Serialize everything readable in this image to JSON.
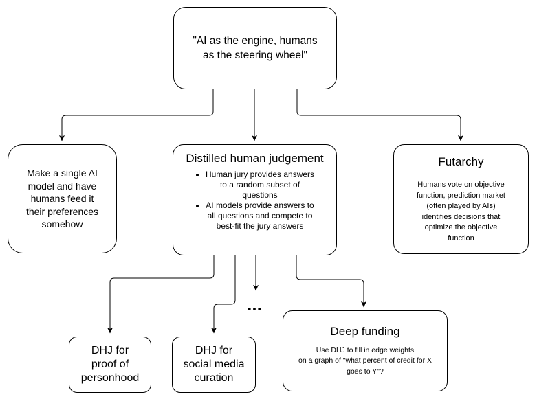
{
  "diagram": {
    "root": {
      "label": "\"AI as the engine, humans\nas the steering wheel\""
    },
    "single_model": {
      "label": "Make a single AI\nmodel and have\nhumans feed it\ntheir preferences\nsomehow"
    },
    "dhj": {
      "title": "Distilled human judgement",
      "bullets": [
        "Human jury provides answers\nto a random subset of\nquestions",
        "AI models provide answers to\nall questions and compete to\nbest-fit the jury answers"
      ]
    },
    "futarchy": {
      "title": "Futarchy",
      "body": "Humans vote on objective\nfunction, prediction market\n(often played by AIs)\nidentifies decisions that\noptimize the objective\nfunction"
    },
    "dhj_proof": {
      "label": "DHJ for\nproof of\npersonhood"
    },
    "dhj_social": {
      "label": "DHJ for\nsocial media\ncuration"
    },
    "ellipsis_label": "...",
    "deep_funding": {
      "title": "Deep funding",
      "body": "Use DHJ to fill in edge weights\non a graph of \"what percent of credit for X\ngoes to Y\"?"
    },
    "colors": {
      "stroke": "#000000",
      "fill": "#ffffff",
      "text": "#000000"
    }
  }
}
